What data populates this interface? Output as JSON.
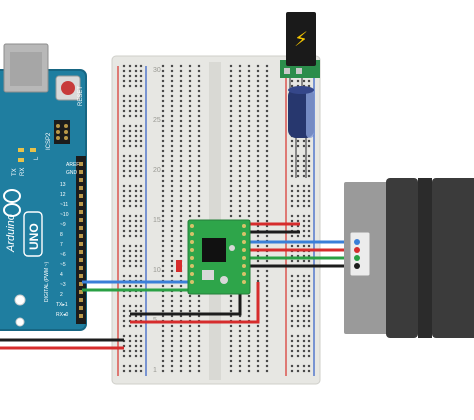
{
  "arduino": {
    "brand": "Arduino",
    "model": "UNO",
    "reset_label": "RESET",
    "icsp_label": "ICSP2",
    "tx_label": "TX",
    "rx_label": "RX",
    "l_label": "L",
    "aref_label": "AREF",
    "gnd_label": "GND",
    "pwm_label": "DIGITAL (PWM ~)",
    "pin_labels": [
      "13",
      "12",
      "~11",
      "~10",
      "~9",
      "8",
      "7",
      "~6",
      "~5",
      "4",
      "~3",
      "2",
      "TX▸1",
      "RX◂0"
    ],
    "colors": {
      "board": "#1f7ea0",
      "header": "#1c1c1c",
      "usb": "#b8b8b8"
    }
  },
  "breadboard": {
    "row_numbers": [
      "30",
      "25",
      "20",
      "15",
      "10",
      "5",
      "1"
    ],
    "colors": {
      "body": "#e7e7e3",
      "hole": "#4a4a4a",
      "red_rail": "#d8312c",
      "blue_rail": "#2f5cc8"
    }
  },
  "driver": {
    "colors": {
      "board": "#2ea54a",
      "chip": "#111111",
      "pot": "#d8d8d8"
    }
  },
  "power_jack": {
    "symbol": "⚡",
    "colors": {
      "body": "#1a1a1a",
      "pcb": "#2b8d4b",
      "symbol": "#f2c400"
    }
  },
  "capacitor": {
    "colors": {
      "body": "#27376e",
      "stripe": "#8aa0d8",
      "leg": "#888888"
    }
  },
  "motor": {
    "colors": {
      "body": "#3b3b3b",
      "plate": "#9a9a9a",
      "connector": "#ececec"
    }
  },
  "wires": {
    "colors": {
      "red": "#d62c2c",
      "black": "#1c1c1c",
      "blue": "#3a7fd8",
      "green": "#2aa044"
    }
  }
}
